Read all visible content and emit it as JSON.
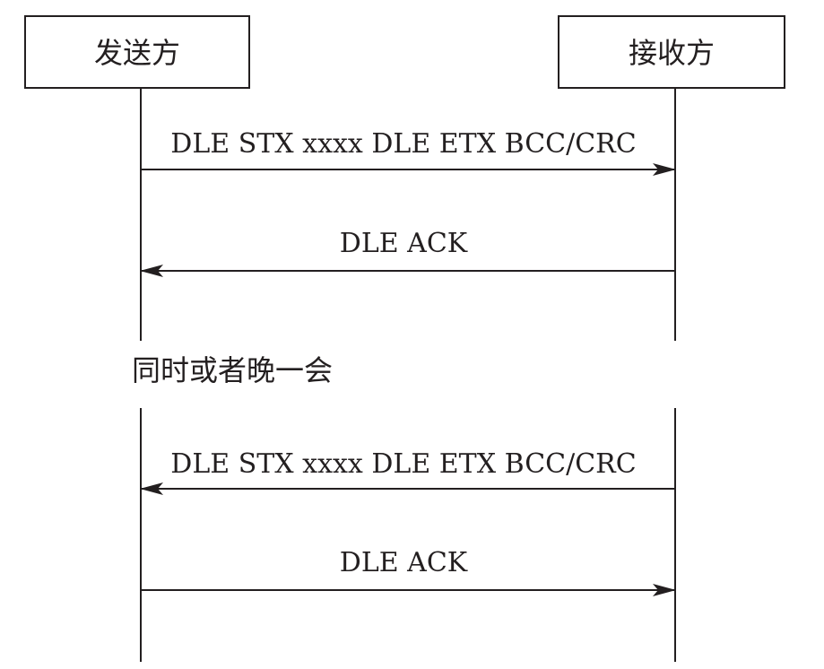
{
  "actors": {
    "sender": "发送方",
    "receiver": "接收方"
  },
  "messages": [
    {
      "label": "DLE STX xxxx DLE ETX BCC/CRC",
      "direction": "right"
    },
    {
      "label": "DLE ACK",
      "direction": "left"
    },
    {
      "label": "DLE STX xxxx DLE ETX BCC/CRC",
      "direction": "left"
    },
    {
      "label": "DLE ACK",
      "direction": "right"
    }
  ],
  "note": "同时或者晚一会",
  "colors": {
    "line": "#231f20",
    "background": "#ffffff"
  }
}
